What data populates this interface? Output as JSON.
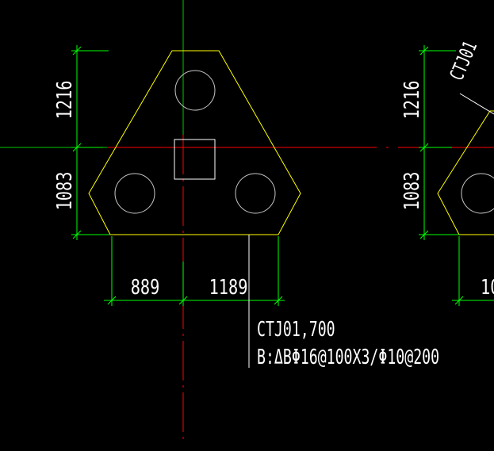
{
  "drawing": {
    "colors": {
      "background": "#000000",
      "axis_vertical": "#00c800",
      "axis_horizontal": "#ff0000",
      "footing_outline": "#ffff00",
      "pile_outline": "#c8c8c8",
      "column_outline": "#ffffff",
      "dimension_line": "#00ff00",
      "dimension_text": "#ffffff",
      "leader": "#ffffff"
    },
    "left_footing": {
      "dim_top": "1216",
      "dim_bottom": "1083",
      "dim_left": "889",
      "dim_right": "1189",
      "label_line1": "CTJ01,700",
      "label_line2": "B:ΔBΦ16@100X3/Φ10@200"
    },
    "right_footing": {
      "dim_top": "1216",
      "dim_bottom": "1083",
      "dim_partial": "10",
      "label_rotated": "CTJ01"
    }
  }
}
